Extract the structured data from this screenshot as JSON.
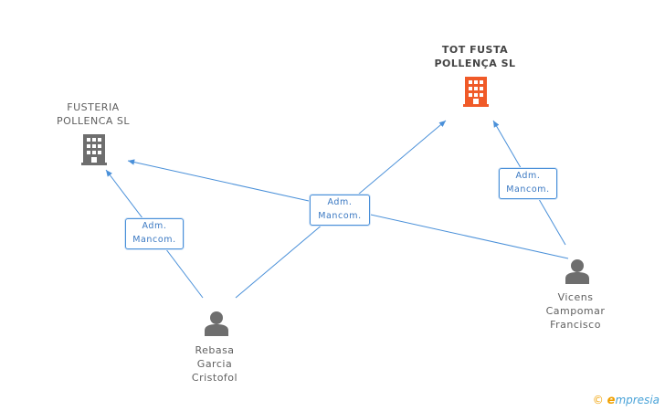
{
  "companies": {
    "fusteria": {
      "line1": "FUSTERIA",
      "line2": "POLLENCA SL"
    },
    "totfusta": {
      "line1": "TOT FUSTA",
      "line2": "POLLENÇA SL"
    }
  },
  "persons": {
    "rebasa": {
      "line1": "Rebasa",
      "line2": "Garcia",
      "line3": "Cristofol"
    },
    "vicens": {
      "line1": "Vicens",
      "line2": "Campomar",
      "line3": "Francisco"
    }
  },
  "relations": {
    "r1": {
      "line1": "Adm.",
      "line2": "Mancom."
    },
    "r2": {
      "line1": "Adm.",
      "line2": "Mancom."
    },
    "r3": {
      "line1": "Adm.",
      "line2": "Mancom."
    }
  },
  "colors": {
    "edge": "#4a90d9",
    "company_icon": "#6e6e6e",
    "focus_company_icon": "#f05a28",
    "person_icon": "#6e6e6e"
  },
  "brand": {
    "copyright": "©",
    "e": "e",
    "rest": "mpresia"
  }
}
